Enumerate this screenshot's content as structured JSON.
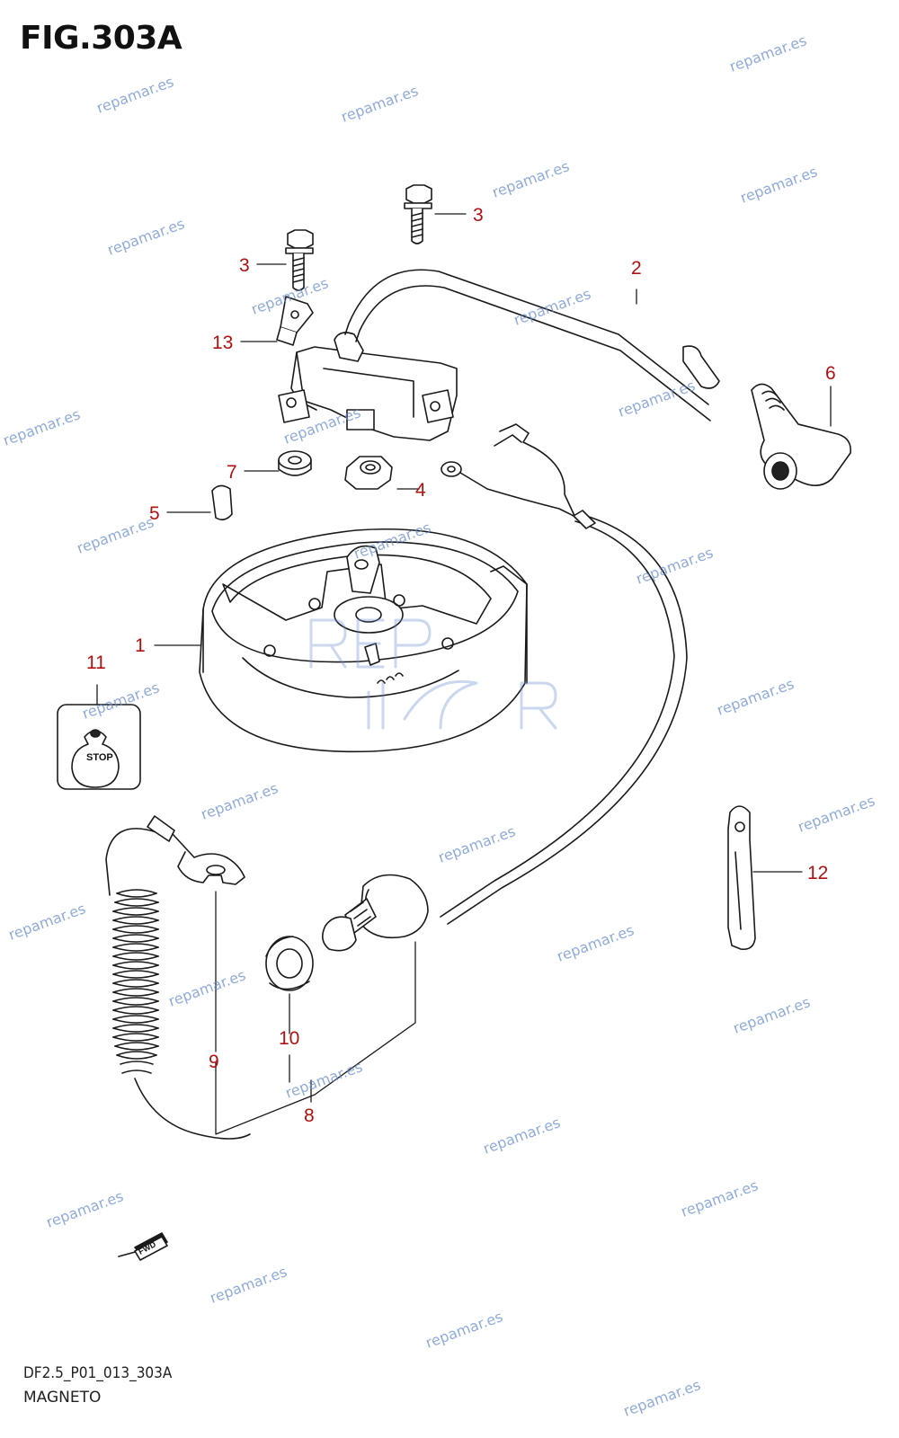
{
  "figure": {
    "title": "FIG.303A",
    "code": "DF2.5_P01_013_303A",
    "name": "MAGNETO"
  },
  "callouts": [
    "1",
    "2",
    "3",
    "3",
    "4",
    "5",
    "6",
    "7",
    "8",
    "9",
    "10",
    "11",
    "12",
    "13"
  ],
  "stop_label": "STOP",
  "fwd_label": "FWD",
  "watermark": {
    "text": "repamar.es",
    "logo_text": "REPAMAR"
  },
  "colors": {
    "line": "#1a1a1a",
    "callout": "#b01010",
    "watermark": "#6a8fcf"
  }
}
